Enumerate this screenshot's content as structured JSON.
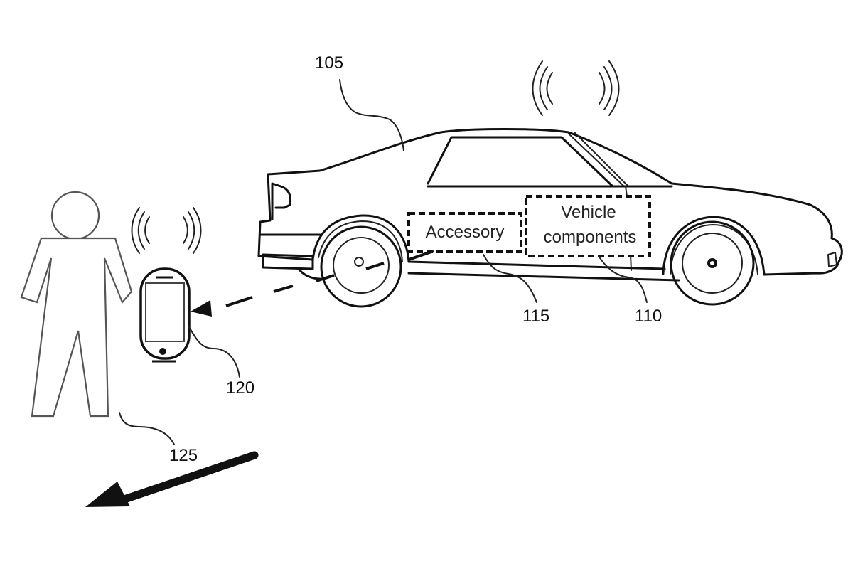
{
  "diagram": {
    "type": "patent-figure",
    "labels": {
      "vehicle": "105",
      "vehicle_components": "110",
      "accessory": "115",
      "mobile_device": "120",
      "user": "125"
    },
    "boxes": {
      "accessory": "Accessory",
      "vehicle_components_line1": "Vehicle",
      "vehicle_components_line2": "components"
    }
  }
}
